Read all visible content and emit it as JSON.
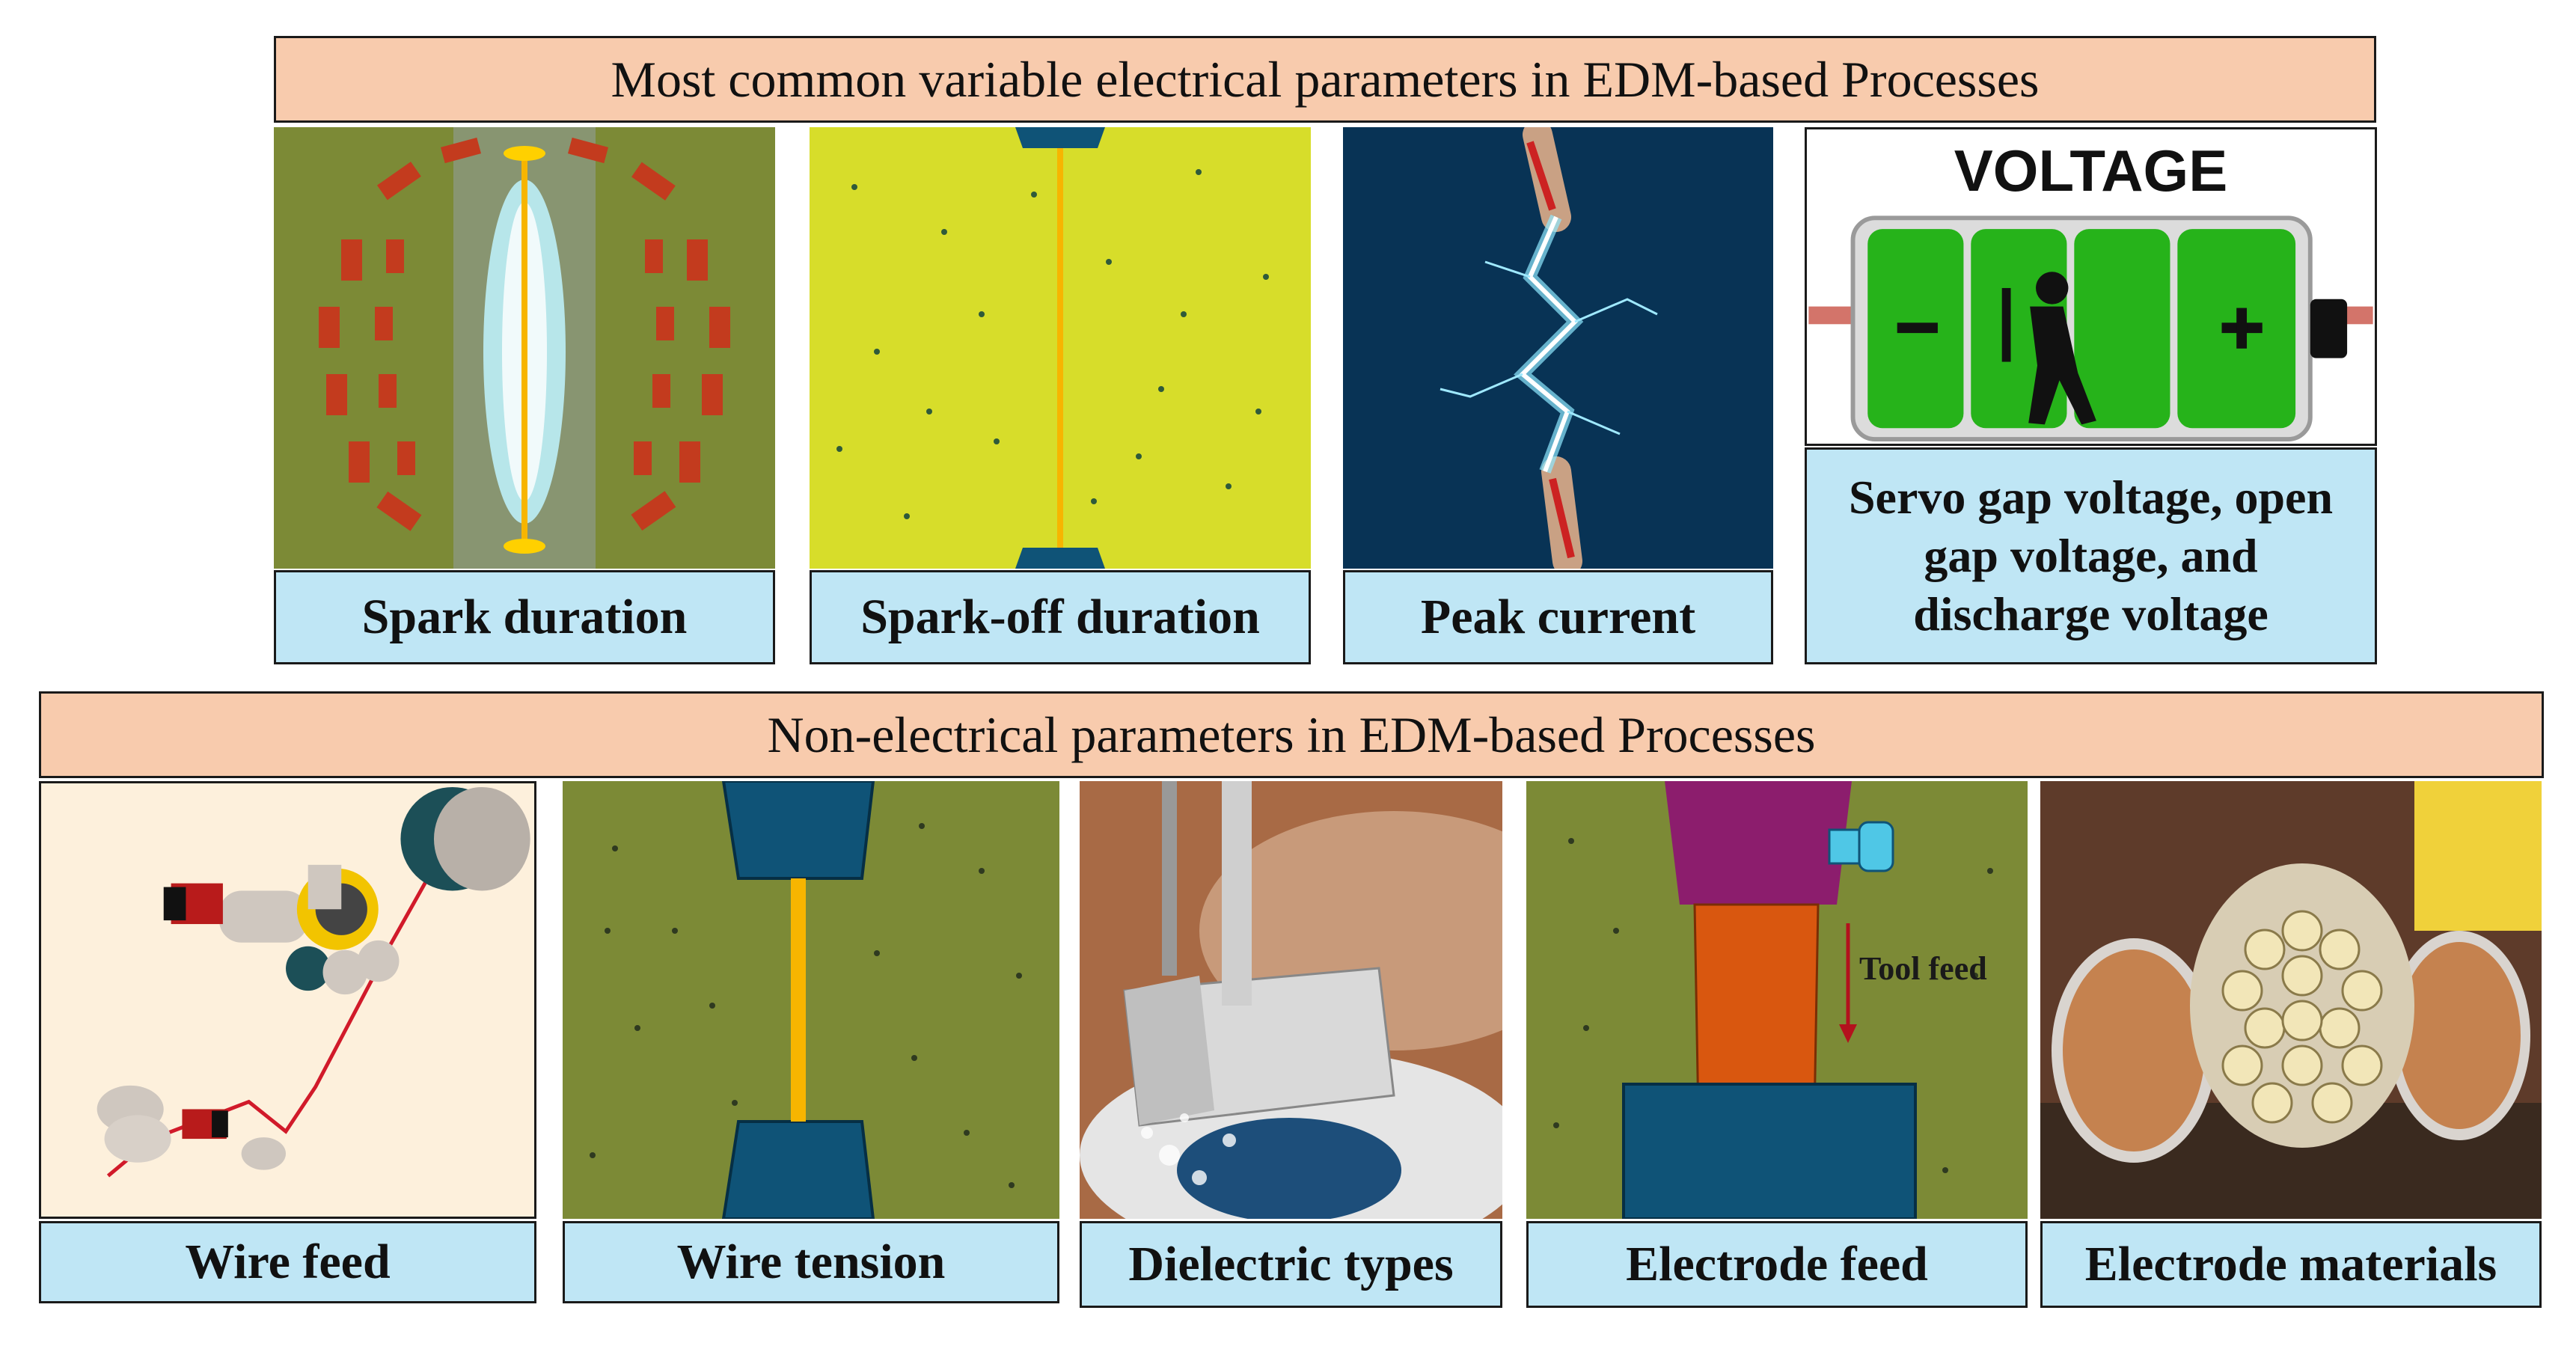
{
  "top": {
    "banner": "Most common variable electrical parameters in EDM-based Processes",
    "panels": [
      {
        "caption": "Spark duration",
        "icon": "spark-between-electrodes-image"
      },
      {
        "caption": "Spark-off duration",
        "icon": "idle-wire-gap-image"
      },
      {
        "caption": "Peak current",
        "icon": "lightning-cable-image"
      },
      {
        "caption": "Servo gap voltage, open gap voltage, and discharge voltage",
        "icon": "battery-voltage-image",
        "image_text": "VOLTAGE"
      }
    ]
  },
  "bottom": {
    "banner": "Non-electrical parameters in EDM-based Processes",
    "panels": [
      {
        "caption": "Wire feed",
        "icon": "wire-feed-rollers-image"
      },
      {
        "caption": "Wire tension",
        "icon": "wire-tension-image"
      },
      {
        "caption": "Dielectric types",
        "icon": "dielectric-fluid-machining-image"
      },
      {
        "caption": "Electrode feed",
        "icon": "electrode-feed-image",
        "image_text": "Tool feed"
      },
      {
        "caption": "Electrode materials",
        "icon": "electrode-wire-bundles-image"
      }
    ]
  },
  "colors": {
    "banner_bg": "#f8cbad",
    "caption_bg": "#bfe6f5",
    "olive_bg": "#7c8a36",
    "yellow_bg": "#d7dd2a",
    "nozzle": "#0f5377",
    "wire": "#f7b500",
    "electrode_holder": "#8c1d6d",
    "electrode": "#d9570f"
  }
}
